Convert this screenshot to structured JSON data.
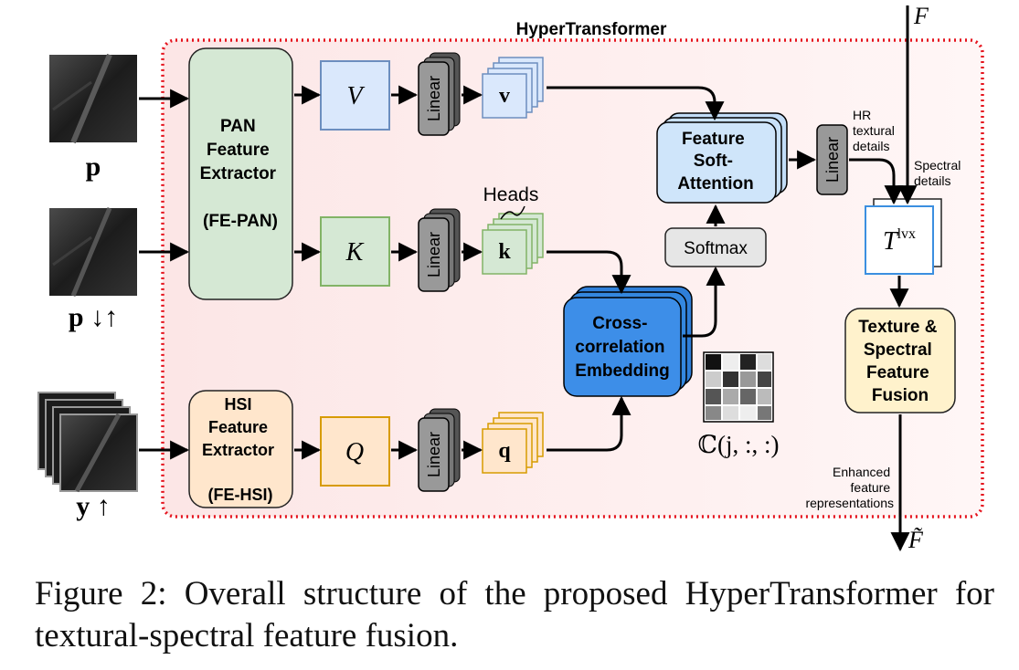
{
  "title": "HyperTransformer",
  "inputs": {
    "pan": "p",
    "pan_down_up": "p ↓↑",
    "hsi_up": "y ↑",
    "feature_in": "F",
    "feature_out": "F̃"
  },
  "blocks": {
    "fe_pan": [
      "PAN",
      "Feature",
      "Extractor",
      "(FE-PAN)"
    ],
    "fe_hsi": [
      "HSI",
      "Feature",
      "Extractor",
      "(FE-HSI)"
    ],
    "v": "V",
    "k": "K",
    "q": "Q",
    "linear": "Linear",
    "v_small": "v",
    "k_small": "k",
    "q_small": "q",
    "heads": "Heads",
    "softmax": "Softmax",
    "soft_attention": [
      "Feature",
      "Soft-",
      "Attention"
    ],
    "cross_corr": [
      "Cross-",
      "correlation",
      "Embedding"
    ],
    "corr_label": "ℂ(j, :, :)",
    "t_base": "T",
    "t_sup": "lvx",
    "fusion": [
      "Texture &",
      "Spectral",
      "Feature",
      "Fusion"
    ]
  },
  "annotations": {
    "hr_textural": [
      "HR",
      "textural",
      "details"
    ],
    "spectral": [
      "Spectral",
      "details"
    ],
    "enhanced": [
      "Enhanced",
      "feature",
      "representations"
    ]
  },
  "caption": "Figure 2: Overall structure of the proposed HyperTransformer for textural-spectral feature fusion.",
  "colors": {
    "pan_green_fill": "#d5e8d4",
    "pan_green_stroke": "#82b366",
    "hsi_orange_fill": "#ffe6cc",
    "hsi_orange_stroke": "#d79b00",
    "v_blue_fill": "#dae8fc",
    "v_blue_stroke": "#6c8ebf",
    "cross_blue": "#3d8ee8",
    "soft_attn_fill": "#cfe5fa",
    "fusion_fill": "#fff2cc",
    "frame_red": "#e5141e",
    "region_fill": "#fdeeee"
  },
  "icons": [
    "arrow-icon",
    "image-thumbnail-icon",
    "correlation-matrix-icon"
  ]
}
